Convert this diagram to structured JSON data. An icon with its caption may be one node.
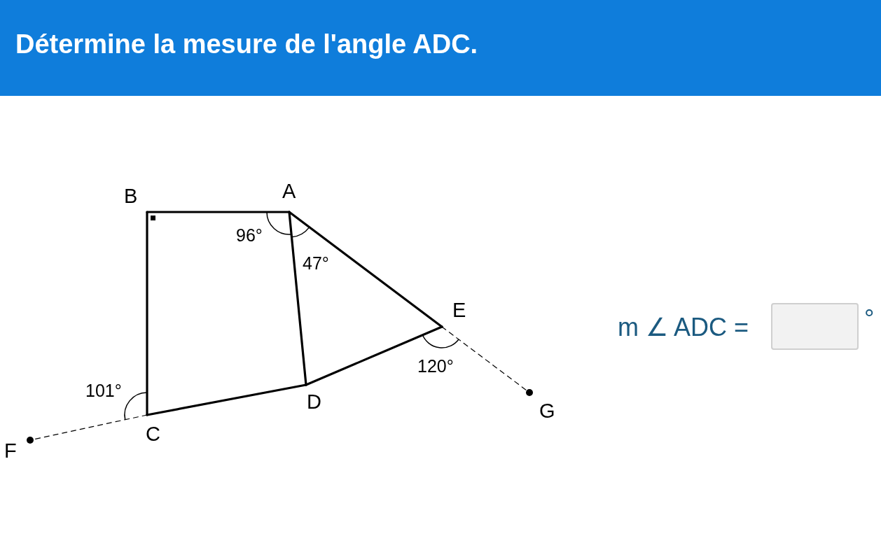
{
  "diagram": {
    "title": "Détermine la mesure de l'angle ADC.",
    "nodes": [
      {
        "text": [
          "A"
        ]
      },
      {
        "text": [
          "B"
        ]
      },
      {
        "text": [
          "C"
        ]
      },
      {
        "text": [
          "D"
        ]
      },
      {
        "text": [
          "E"
        ]
      },
      {
        "text": [
          "F"
        ]
      },
      {
        "text": [
          "G"
        ]
      }
    ],
    "edges": [
      {
        "from": 1,
        "to": 0,
        "arrow": "none"
      },
      {
        "from": 0,
        "to": 4,
        "arrow": "none"
      },
      {
        "from": 4,
        "to": 3,
        "arrow": "none"
      },
      {
        "from": 3,
        "to": 2,
        "arrow": "none"
      },
      {
        "from": 2,
        "to": 1,
        "arrow": "none"
      },
      {
        "from": 0,
        "to": 3,
        "arrow": "none"
      },
      {
        "from": 2,
        "to": 5,
        "arrow": "none",
        "style": "dashed"
      },
      {
        "from": 4,
        "to": 6,
        "arrow": "none",
        "style": "dashed"
      }
    ],
    "labels": [
      "96°",
      "47°",
      "120°",
      "101°",
      "m ∠ ADC =",
      "°"
    ]
  }
}
